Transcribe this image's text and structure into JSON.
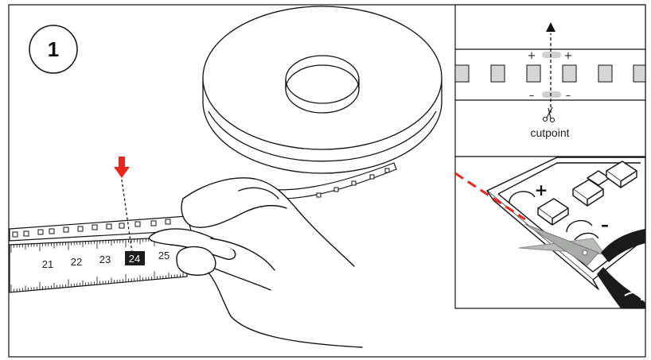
{
  "step": {
    "number": "1"
  },
  "ruler": {
    "labels": [
      "21",
      "22",
      "23",
      "24",
      "25"
    ],
    "highlighted": "24"
  },
  "detail": {
    "plus_left": "+",
    "plus_right": "+",
    "minus_left": "–",
    "minus_right": "–",
    "cutpoint_label": "cutpoint"
  },
  "board": {
    "plus_sign": "+",
    "minus_sign": "–"
  },
  "colors": {
    "marker": "#e8251f",
    "line": "#111111",
    "scissor_blade": "#b9bbb9"
  }
}
